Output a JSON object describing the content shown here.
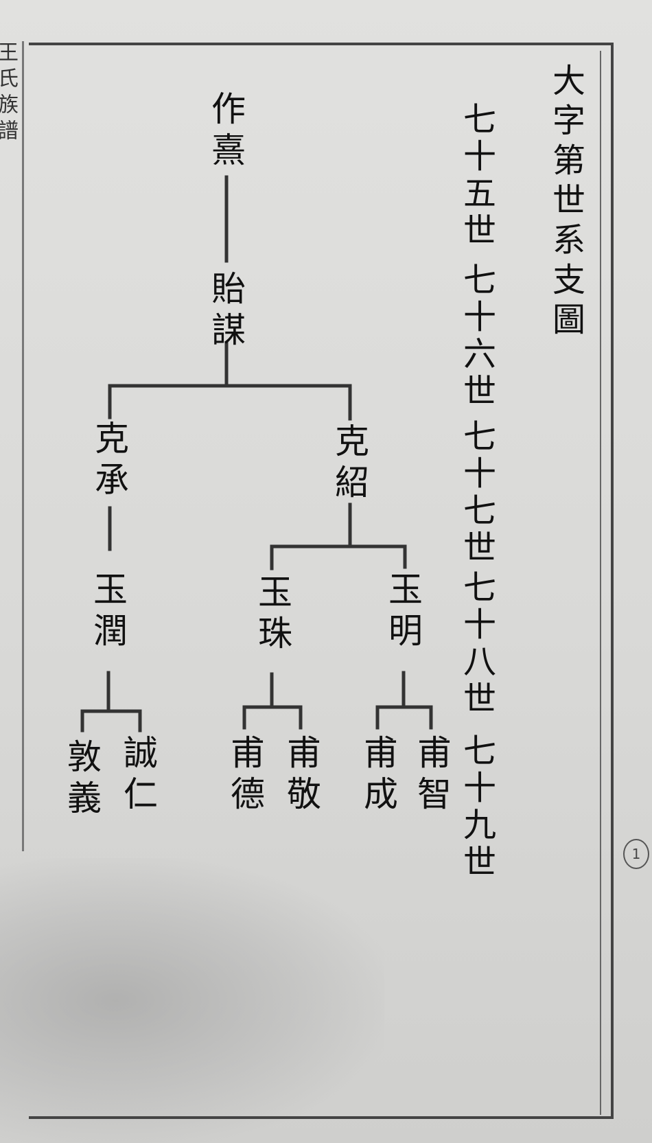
{
  "spine": {
    "text": "王氏族譜"
  },
  "title": "大字第世系支圖",
  "generations": [
    "七十五世",
    "七十六世",
    "七十七世",
    "七十八世",
    "七十九世"
  ],
  "people": {
    "g75": "作熹",
    "g76": "貽謀",
    "g77_a": "克承",
    "g77_b": "克紹",
    "g78_a": "玉潤",
    "g78_b": "玉珠",
    "g78_c": "玉明",
    "g79_a1": "敦義",
    "g79_a2": "誠仁",
    "g79_b1": "甫德",
    "g79_b2": "甫敬",
    "g79_c1": "甫成",
    "g79_c2": "甫智"
  },
  "page_number": "1"
}
